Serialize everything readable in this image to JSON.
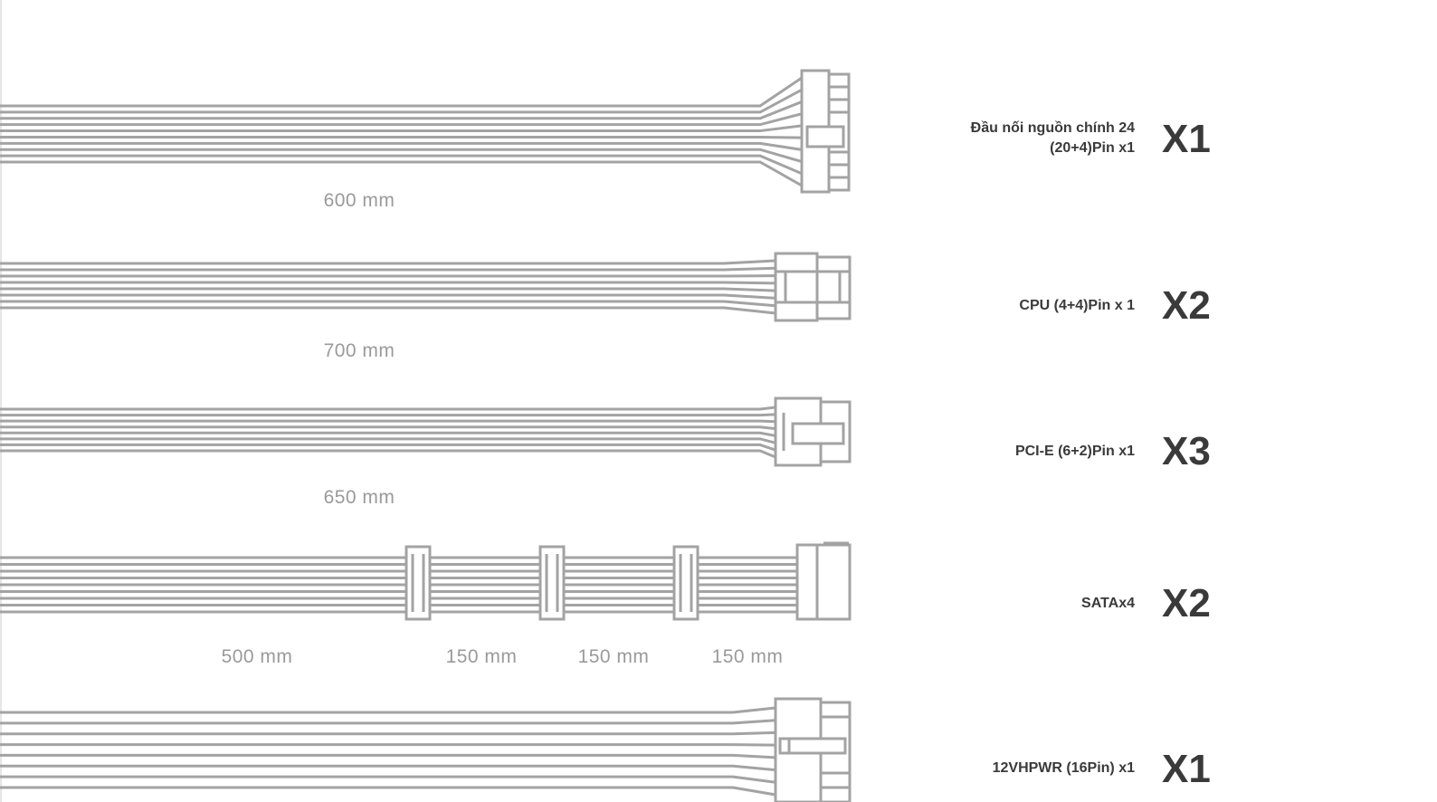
{
  "cables": [
    {
      "name_lines": [
        "Đầu nối nguồn chính 24",
        "(20+4)Pin x1"
      ],
      "qty": "X1",
      "lengths": [
        "600 mm"
      ]
    },
    {
      "name_lines": [
        "CPU (4+4)Pin x 1"
      ],
      "qty": "X2",
      "lengths": [
        "700 mm"
      ]
    },
    {
      "name_lines": [
        "PCI-E (6+2)Pin x1"
      ],
      "qty": "X3",
      "lengths": [
        "650 mm"
      ]
    },
    {
      "name_lines": [
        "SATAx4"
      ],
      "qty": "X2",
      "lengths": [
        "500 mm",
        "150 mm",
        "150 mm",
        "150 mm"
      ]
    },
    {
      "name_lines": [
        "12VHPWR (16Pin) x1"
      ],
      "qty": "X1",
      "lengths": []
    }
  ],
  "colors": {
    "wire": "#a3a3a3",
    "label_mm": "#9a9a9a",
    "label_text": "#3a3a3a"
  }
}
